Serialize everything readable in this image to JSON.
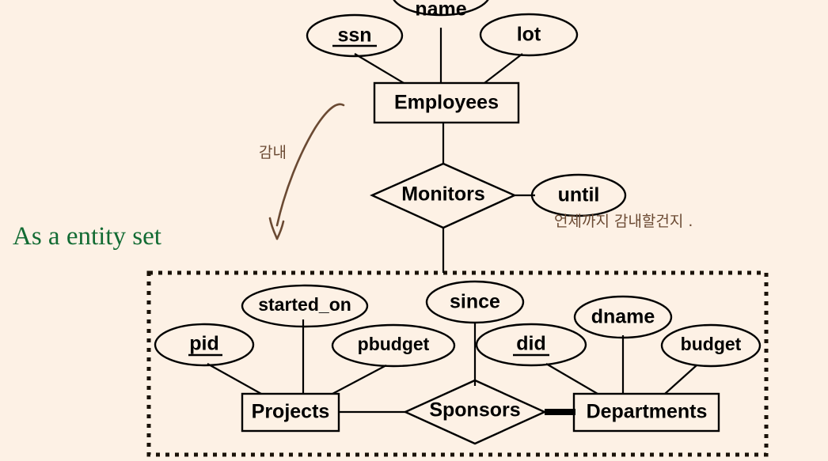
{
  "slide": {
    "background_color": "#fdf1e5",
    "ink_color": "#6b4a33",
    "annotation_color": "#126b33"
  },
  "entities": [
    {
      "id": "employees",
      "label": "Employees"
    },
    {
      "id": "projects",
      "label": "Projects"
    },
    {
      "id": "departments",
      "label": "Departments"
    }
  ],
  "relationships": [
    {
      "id": "monitors",
      "label": "Monitors"
    },
    {
      "id": "sponsors",
      "label": "Sponsors"
    }
  ],
  "attributes": [
    {
      "id": "ssn",
      "label": "ssn",
      "key": true,
      "owner": "employees"
    },
    {
      "id": "name",
      "label": "name",
      "key": false,
      "owner": "employees"
    },
    {
      "id": "lot",
      "label": "lot",
      "key": false,
      "owner": "employees"
    },
    {
      "id": "until",
      "label": "until",
      "key": false,
      "owner": "monitors"
    },
    {
      "id": "pid",
      "label": "pid",
      "key": true,
      "owner": "projects"
    },
    {
      "id": "started_on",
      "label": "started_on",
      "key": false,
      "owner": "projects"
    },
    {
      "id": "pbudget",
      "label": "pbudget",
      "key": false,
      "owner": "projects"
    },
    {
      "id": "since",
      "label": "since",
      "key": false,
      "owner": "sponsors"
    },
    {
      "id": "did",
      "label": "did",
      "key": true,
      "owner": "departments"
    },
    {
      "id": "dname",
      "label": "dname",
      "key": false,
      "owner": "departments"
    },
    {
      "id": "budget",
      "label": "budget",
      "key": false,
      "owner": "departments"
    }
  ],
  "annotations": {
    "aggregation_label": "As a entity set",
    "handwriting_arrow_label": "감내",
    "handwriting_until_label": "언제까지 감내할건지 ."
  }
}
